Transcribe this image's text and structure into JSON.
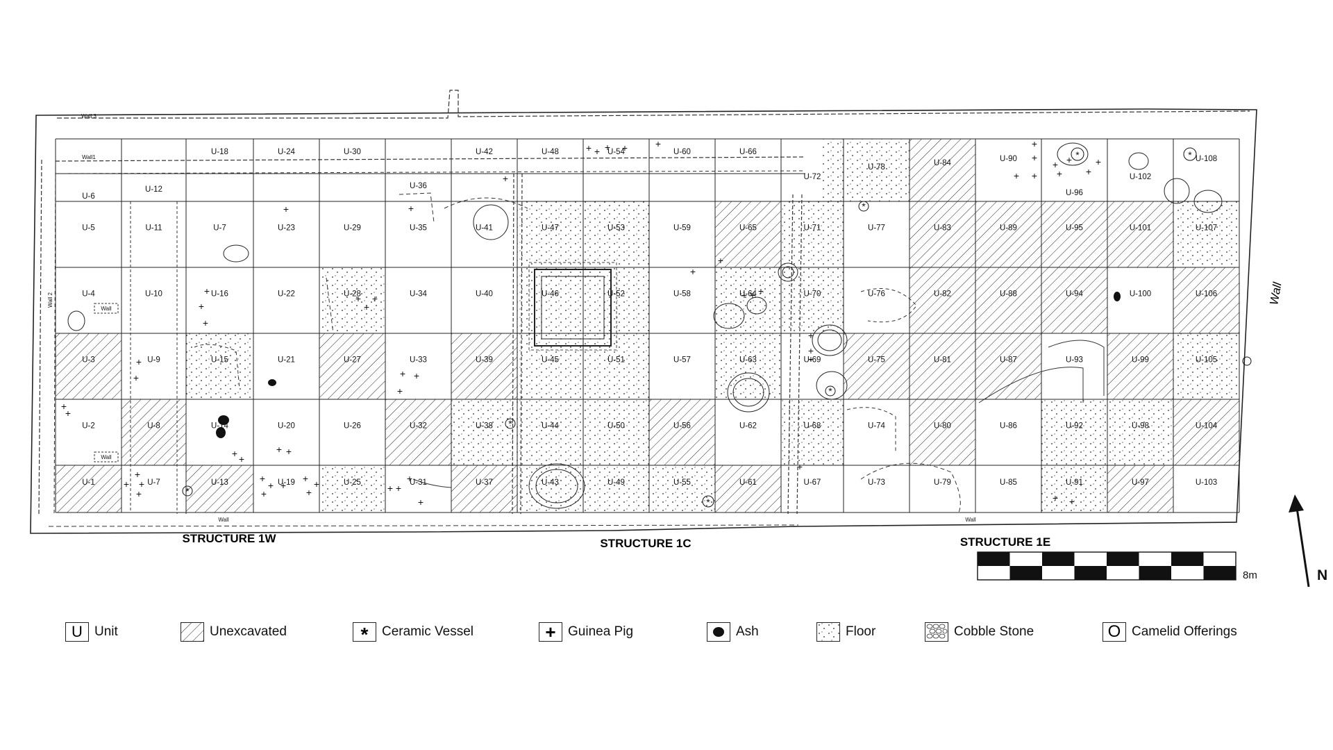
{
  "units": {
    "row0": [
      "U-18",
      "U-24",
      "U-30",
      "U-42",
      "U-48",
      "U-54",
      "U-60",
      "U-66"
    ],
    "north": [
      "U-6",
      "U-12",
      "U-36",
      "U-72",
      "U-78",
      "U-84",
      "U-90",
      "U-96",
      "U-102",
      "U-108"
    ],
    "grid": [
      [
        "U-5",
        "U-11",
        "U-7",
        "U-23",
        "U-29",
        "U-35",
        "U-41",
        "U-47",
        "U-53",
        "U-59",
        "U-65",
        "U-71",
        "U-77",
        "U-83",
        "U-89",
        "U-95",
        "U-101",
        "U-107"
      ],
      [
        "U-4",
        "U-10",
        "U-16",
        "U-22",
        "U-28",
        "U-34",
        "U-40",
        "U-46",
        "U-52",
        "U-58",
        "U-64",
        "U-70",
        "U-76",
        "U-82",
        "U-88",
        "U-94",
        "U-100",
        "U-106"
      ],
      [
        "U-3",
        "U-9",
        "U-15",
        "U-21",
        "U-27",
        "U-33",
        "U-39",
        "U-45",
        "U-51",
        "U-57",
        "U-63",
        "U-69",
        "U-75",
        "U-81",
        "U-87",
        "U-93",
        "U-99",
        "U-105"
      ],
      [
        "U-2",
        "U-8",
        "U-14",
        "U-20",
        "U-26",
        "U-32",
        "U-38",
        "U-44",
        "U-50",
        "U-56",
        "U-62",
        "U-68",
        "U-74",
        "U-80",
        "U-86",
        "U-92",
        "U-98",
        "U-104"
      ],
      [
        "U-1",
        "U-7",
        "U-13",
        "U-19",
        "U-25",
        "U-31",
        "U-37",
        "U-43",
        "U-49",
        "U-55",
        "U-61",
        "U-67",
        "U-73",
        "U-79",
        "U-85",
        "U-91",
        "U-97",
        "U-103"
      ]
    ]
  },
  "wall_labels": {
    "wall3": "Wall 3",
    "wall1": "Wall1",
    "wall2": "Wall 2",
    "wall_box_1": "Wall",
    "wall_box_2": "Wall",
    "south_wall_1": "Wall",
    "south_wall_2": "Wall",
    "east_wall": "Wall"
  },
  "structures": [
    "STRUCTURE 1W",
    "STRUCTURE 1C",
    "STRUCTURE 1E"
  ],
  "scale": {
    "label": "8m"
  },
  "north_label": "N",
  "legend": [
    {
      "label": "Unit",
      "icon": "unit-icon",
      "glyph": "U"
    },
    {
      "label": "Unexcavated",
      "icon": "hatch-icon"
    },
    {
      "label": "Ceramic Vessel",
      "icon": "asterisk-icon",
      "glyph": "*"
    },
    {
      "label": "Guinea Pig",
      "icon": "plus-icon",
      "glyph": "+"
    },
    {
      "label": "Ash",
      "icon": "ash-dot-icon"
    },
    {
      "label": "Floor",
      "icon": "stipple-icon"
    },
    {
      "label": "Cobble Stone",
      "icon": "cobble-icon"
    },
    {
      "label": "Camelid Offerings",
      "icon": "ring-icon",
      "glyph": "O"
    }
  ],
  "colors": {
    "ink": "#111111",
    "paper": "#ffffff"
  }
}
